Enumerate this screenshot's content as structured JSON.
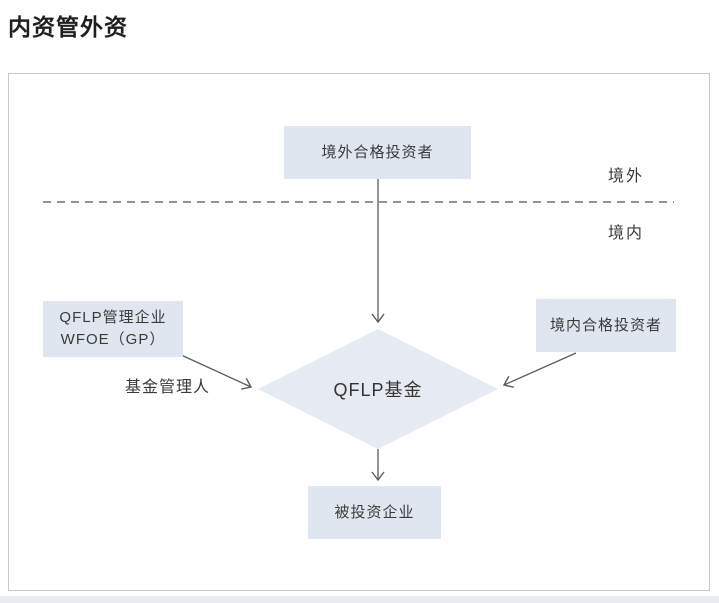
{
  "page_title": "内资管外资",
  "diagram": {
    "nodes": {
      "offshore_investor": "境外合格投资者",
      "qflp_manager_line1": "QFLP管理企业",
      "qflp_manager_line2": "WFOE（GP）",
      "onshore_investor": "境内合格投资者",
      "qflp_fund": "QFLP基金",
      "investee": "被投资企业"
    },
    "labels": {
      "offshore_zone": "境外",
      "onshore_zone": "境内",
      "fund_manager": "基金管理人"
    },
    "colors": {
      "node_fill": "#e0e6f0",
      "diamond_fill": "#e6ebf3",
      "line": "#5b5b5b",
      "text": "#3a3a3a",
      "canvas_border": "#c8c8c8",
      "title_text": "#1f1f1f"
    }
  }
}
